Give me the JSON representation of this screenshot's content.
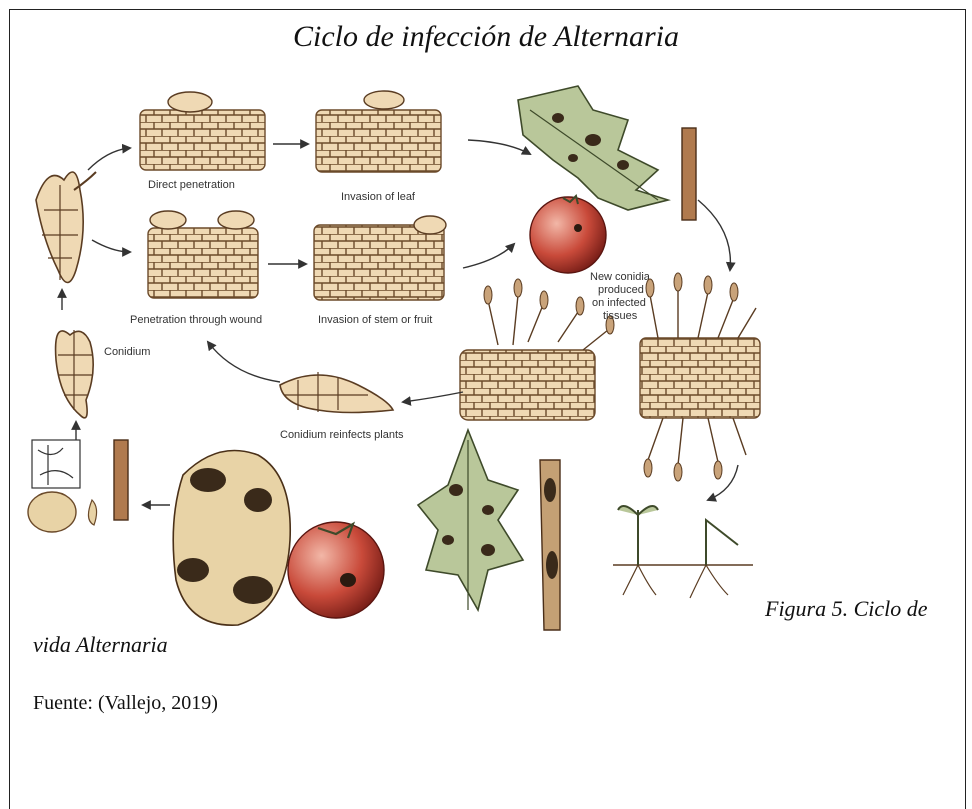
{
  "title": "Ciclo de infección de Alternaria",
  "labels": {
    "direct_penetration": "Direct penetration",
    "invasion_leaf": "Invasion of leaf",
    "penetration_wound": "Penetration through wound",
    "invasion_stem_fruit": "Invasion of stem or fruit",
    "conidium": "Conidium",
    "conidium_reinfects": "Conidium reinfects plants",
    "new_conidia_1": "New conidia",
    "new_conidia_2": "produced",
    "new_conidia_3": "on infected",
    "new_conidia_4": "tissues"
  },
  "caption": {
    "line1": "Figura 5. Ciclo de",
    "line2": "vida Alternaria"
  },
  "source": "Fuente: (Vallejo, 2019)"
}
